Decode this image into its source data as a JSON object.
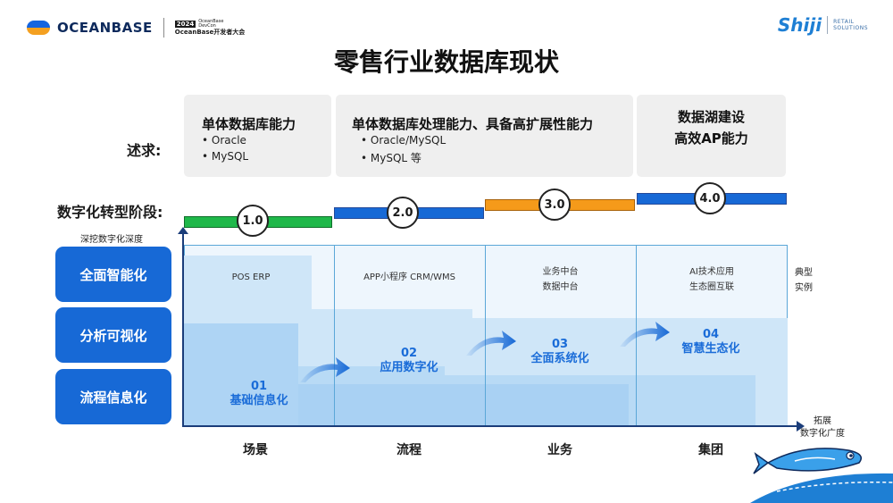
{
  "header": {
    "brand_left": "OCEANBASE",
    "conf_year": "2024",
    "conf_tag_top": "OceanBase",
    "conf_tag_bottom": "DevCon",
    "conf_name": "OceanBase开发者大会",
    "brand_right": "Shiji",
    "brand_right_sub1": "RETAIL",
    "brand_right_sub2": "SOLUTIONS"
  },
  "title": "零售行业数据库现状",
  "requirements": {
    "label": "述求:",
    "boxes": [
      {
        "heading": "单体数据库能力",
        "items": [
          "• Oracle",
          "• MySQL"
        ]
      },
      {
        "heading": "单体数据库处理能力、具备高扩展性能力",
        "items": [
          "• Oracle/MySQL",
          "• MySQL 等"
        ]
      },
      {
        "heading": "数据湖建设",
        "heading2": "高效AP能力",
        "items": []
      }
    ]
  },
  "stages": {
    "label": "数字化转型阶段:",
    "versions": [
      "1.0",
      "2.0",
      "3.0",
      "4.0"
    ],
    "colors": [
      "#1fb84a",
      "#1769d6",
      "#f59a1a",
      "#1769d6"
    ]
  },
  "axis": {
    "depth": "深挖数字化深度",
    "breadth_line1": "拓展",
    "breadth_line2": "数字化广度"
  },
  "capabilities": [
    "全面智能化",
    "分析可视化",
    "流程信息化"
  ],
  "examples": {
    "col1": [
      "POS  ERP"
    ],
    "col2": [
      "APP小程序 CRM/WMS"
    ],
    "col3": [
      "业务中台",
      "数据中台"
    ],
    "col4": [
      "AI技术应用",
      "生态圈互联"
    ],
    "typical_line1": "典型",
    "typical_line2": "实例"
  },
  "phases": [
    {
      "num": "01",
      "name": "基础信息化"
    },
    {
      "num": "02",
      "name": "应用数字化"
    },
    {
      "num": "03",
      "name": "全面系统化"
    },
    {
      "num": "04",
      "name": "智慧生态化"
    }
  ],
  "bottom_labels": [
    "场景",
    "流程",
    "业务",
    "集团"
  ]
}
